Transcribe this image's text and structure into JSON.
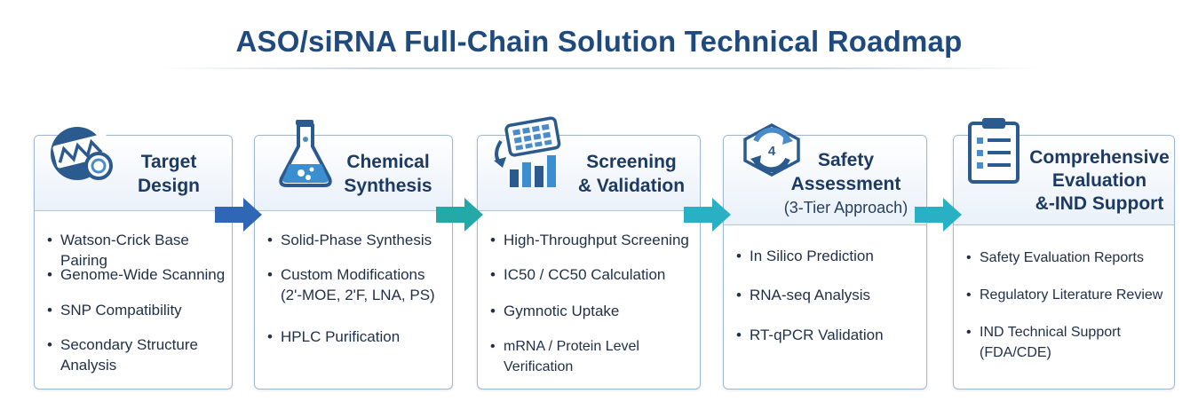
{
  "diagram": {
    "title": "ASO/siRNA Full-Chain Solution Technical Roadmap",
    "colors": {
      "title": "#1f4a7d",
      "card_border": "#9fb9d3",
      "icon_dark": "#2a5a8e",
      "icon_mid": "#4a8cc9",
      "arrow_dark": "#2f66b5",
      "arrow_teal": "#2ab0c4"
    },
    "stages": [
      {
        "icon": "dna-target-icon",
        "title_lines": [
          "Target",
          "Design"
        ],
        "subtitle": "",
        "items": [
          {
            "lines": [
              "Watson-Crick Base Pairing"
            ]
          },
          {
            "lines": [
              "Genome-Wide Scanning"
            ]
          },
          {
            "lines": [
              "SNP Compatibility"
            ]
          },
          {
            "lines": [
              "Secondary Structure",
              "Analysis"
            ]
          }
        ]
      },
      {
        "icon": "flask-icon",
        "title_lines": [
          "Chemical",
          "Synthesis"
        ],
        "subtitle": "",
        "items": [
          {
            "lines": [
              "Solid-Phase Synthesis"
            ]
          },
          {
            "lines": [
              "Custom Modifications",
              "(2'-MOE, 2'F, LNA, PS)"
            ]
          },
          {
            "lines": [
              "HPLC Purification"
            ]
          }
        ]
      },
      {
        "icon": "plate-chart-icon",
        "title_lines": [
          "Screening",
          "& Validation"
        ],
        "subtitle": "",
        "items": [
          {
            "lines": [
              "High-Throughput Screening"
            ]
          },
          {
            "lines": [
              "IC50 / CC50 Calculation"
            ]
          },
          {
            "lines": [
              "Gymnotic Uptake"
            ]
          },
          {
            "lines": [
              "mRNA / Protein Level Verification"
            ]
          }
        ]
      },
      {
        "icon": "shield-cycle-icon",
        "title_lines": [
          "Safety",
          "Assessment"
        ],
        "subtitle": "(3-Tier Approach)",
        "items": [
          {
            "lines": [
              "In Silico Prediction"
            ]
          },
          {
            "lines": [
              "RNA-seq Analysis"
            ]
          },
          {
            "lines": [
              "RT-qPCR Validation"
            ]
          }
        ]
      },
      {
        "icon": "clipboard-checklist-icon",
        "title_lines": [
          "Comprehensive",
          "Evaluation",
          "&-IND Support"
        ],
        "subtitle": "",
        "items": [
          {
            "lines": [
              "Safety Evaluation Reports"
            ]
          },
          {
            "lines": [
              "Regulatory Literature Review"
            ]
          },
          {
            "lines": [
              "IND Technical Support",
              "(FDA/CDE)"
            ]
          }
        ]
      }
    ]
  }
}
